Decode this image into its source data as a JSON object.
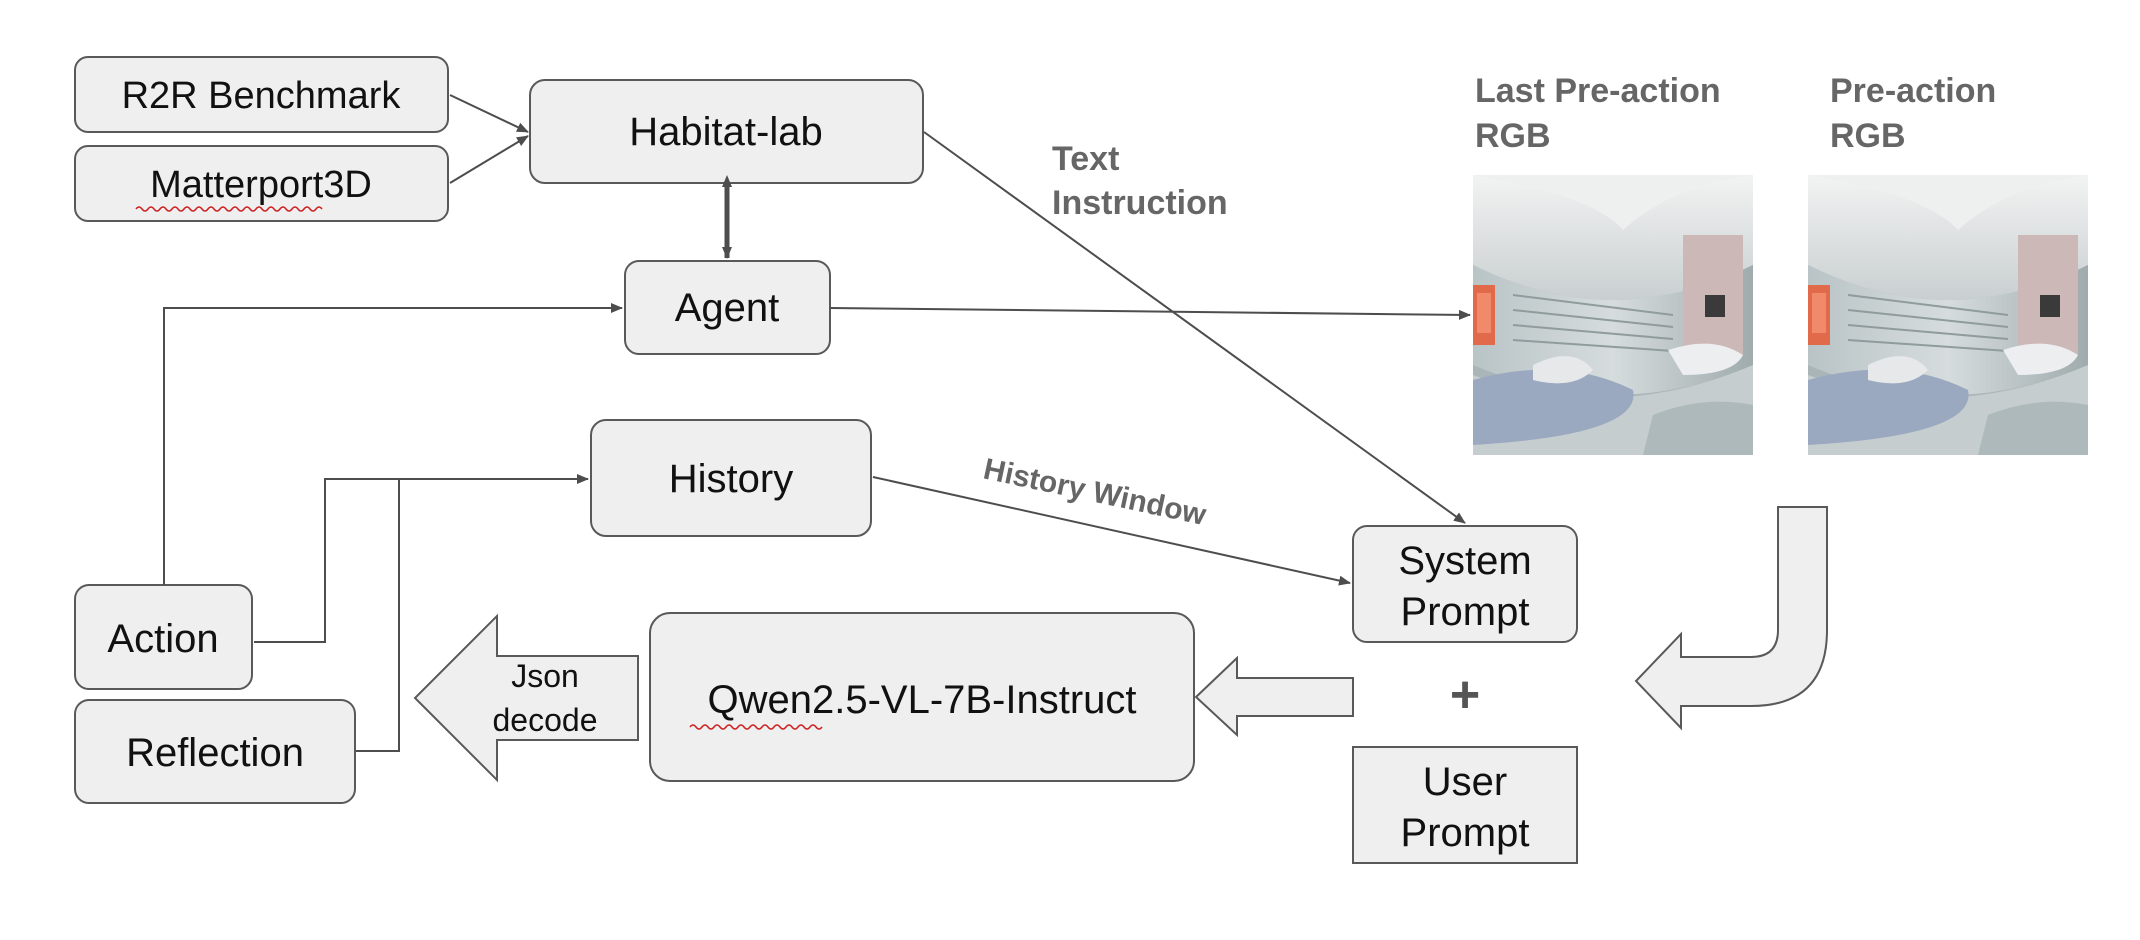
{
  "nodes": {
    "r2r": "R2R Benchmark",
    "matterport": "Matterport3D",
    "habitat": "Habitat-lab",
    "agent": "Agent",
    "history": "History",
    "action": "Action",
    "reflection": "Reflection",
    "qwen": "Qwen2.5-VL-7B-Instruct",
    "system_prompt": [
      "System",
      "Prompt"
    ],
    "user_prompt": [
      "User",
      "Prompt"
    ]
  },
  "labels": {
    "text_instruction": [
      "Text",
      "Instruction"
    ],
    "history_window": "History Window",
    "json_decode": [
      "Json",
      "decode"
    ],
    "plus": "+",
    "last_pre_action_rgb": [
      "Last Pre-action",
      "RGB"
    ],
    "pre_action_rgb": [
      "Pre-action",
      "RGB"
    ]
  },
  "colors": {
    "box_fill": "#efefef",
    "box_stroke": "#595959",
    "arrow": "#4d4d4d",
    "label": "#666666",
    "spellcheck_underline": "#cc2222"
  }
}
